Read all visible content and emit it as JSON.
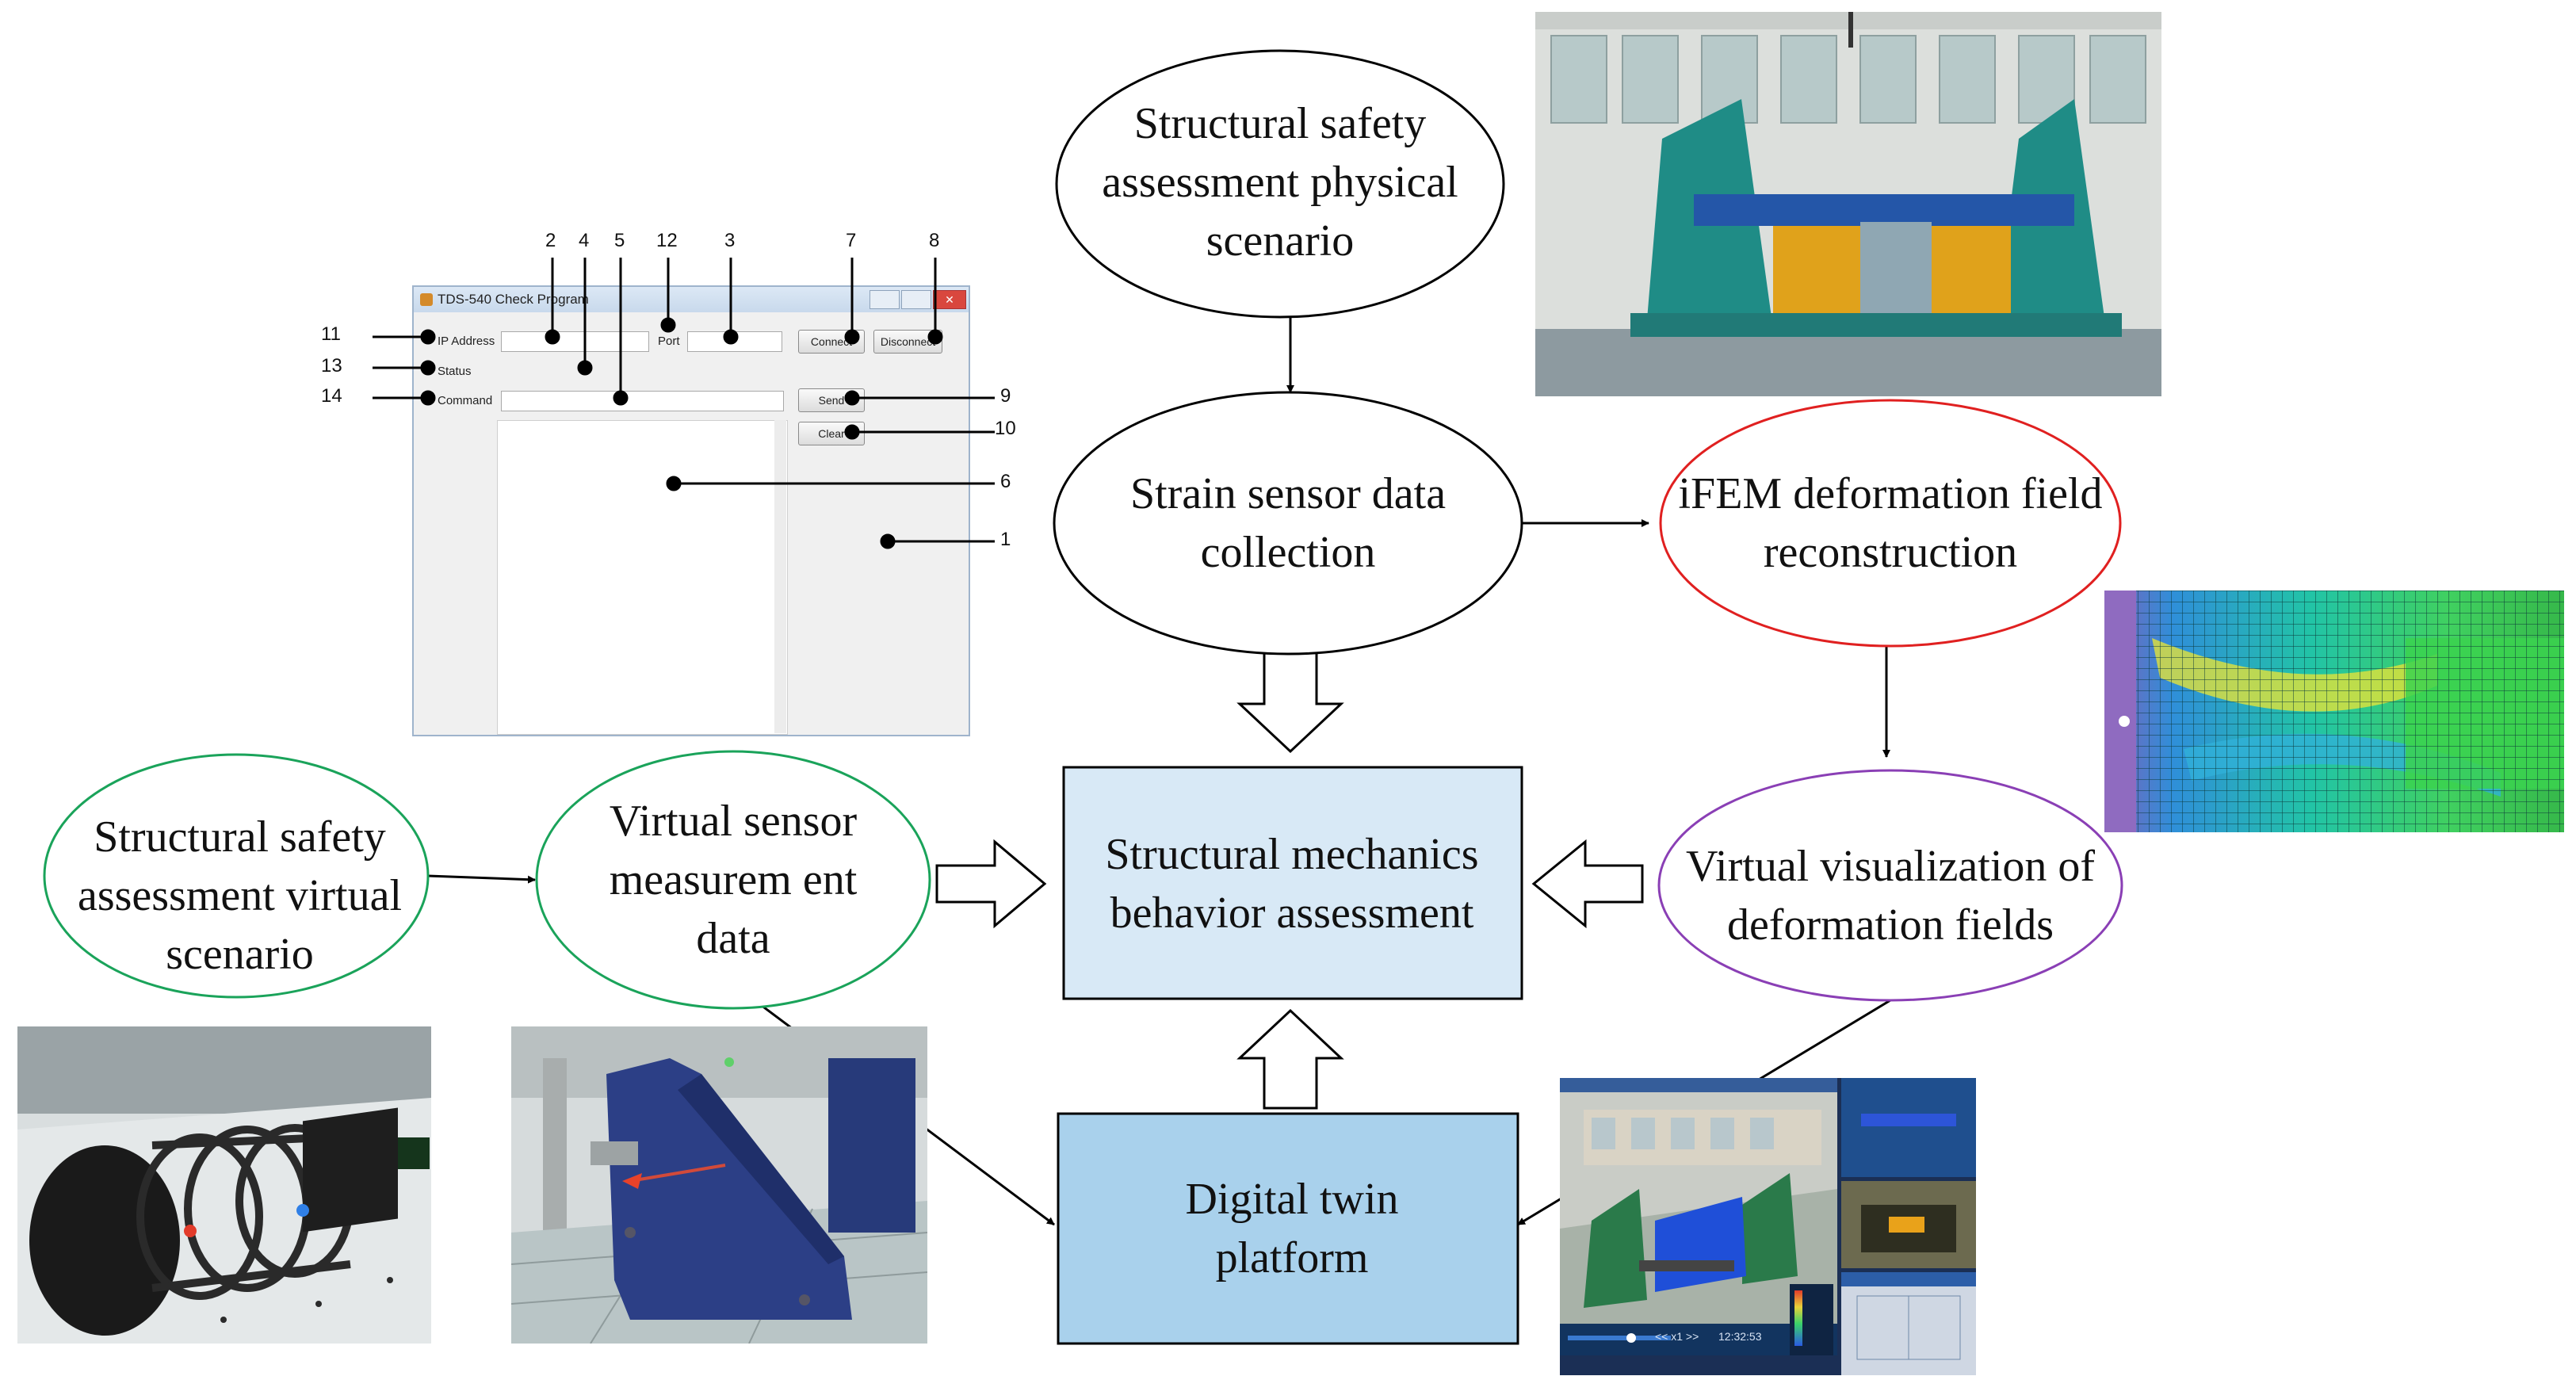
{
  "nodes": {
    "physical": "Structural safety assessment physical scenario",
    "strain": "Strain sensor data collection",
    "ifem": "iFEM deformation field reconstruction",
    "behavior": "Structural mechanics behavior assessment",
    "twin": "Digital twin platform",
    "virtual_scenario": "Structural safety assessment virtual scenario",
    "virtual_sensor": "Virtual sensor measurem ent data",
    "visualization": "Virtual visualization of deformation fields"
  },
  "dialog": {
    "title": "TDS-540 Check Program",
    "ip_label": "IP Address",
    "port_label": "Port",
    "status_label": "Status",
    "command_label": "Command",
    "connect": "Connect",
    "disconnect": "Disconnect",
    "send": "Send",
    "clear": "Clear",
    "callouts": [
      "2",
      "4",
      "5",
      "12",
      "3",
      "7",
      "8",
      "11",
      "13",
      "14",
      "9",
      "10",
      "6",
      "1"
    ]
  },
  "viz_screen": {
    "timestamp": "12:32:53",
    "controls": "<<  x1  >>"
  },
  "colors": {
    "black_outline": "#000000",
    "red_outline": "#e02020",
    "green_outline": "#1aa35a",
    "purple_outline": "#8a3fb5",
    "behavior_fill": "#d8e9f6",
    "twin_fill": "#a9d1ec"
  }
}
